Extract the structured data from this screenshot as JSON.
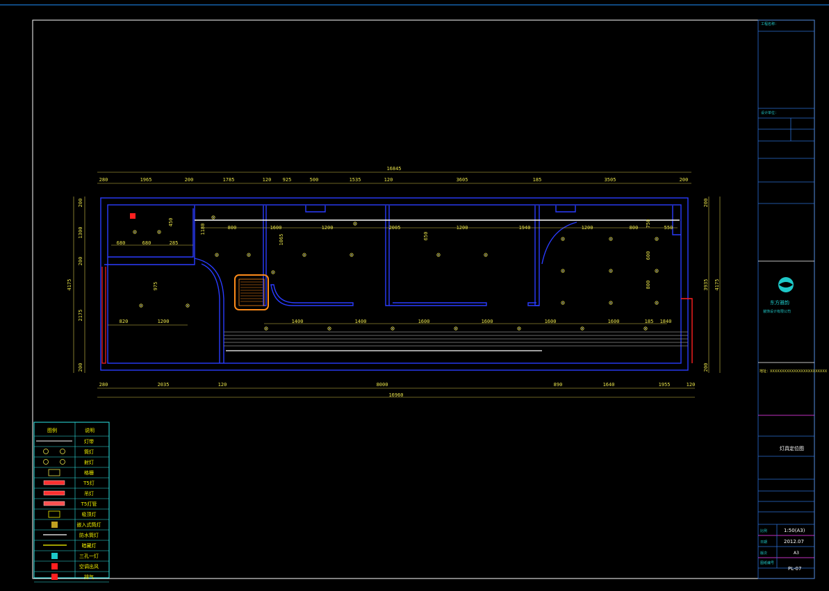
{
  "drawing": {
    "top_dims": [
      "280",
      "1965",
      "200",
      "1785",
      "120",
      "925",
      "500",
      "1535",
      "120",
      "3605",
      "185",
      "3505",
      "200"
    ],
    "top_total": "16845",
    "bottom_dims": [
      "280",
      "2035",
      "120",
      "8000",
      "890",
      "1640",
      "1955",
      "120"
    ],
    "bottom_total": "16960",
    "left_dims": [
      "200",
      "1300",
      "200",
      "2175",
      "200"
    ],
    "left_total": "4175",
    "right_dims": [
      "200",
      "3935",
      "200"
    ],
    "right_total": "4175",
    "inner_dims": [
      "680",
      "680",
      "285",
      "800",
      "1600",
      "1200",
      "2005",
      "1200",
      "1940",
      "1200",
      "800",
      "550"
    ],
    "lower_dims": [
      "820",
      "1200",
      "1400",
      "1400",
      "1600",
      "1600",
      "1600",
      "1600",
      "185",
      "1840"
    ],
    "vert_inner": [
      "450",
      "1180",
      "1065",
      "650",
      "975",
      "750",
      "600",
      "800"
    ]
  },
  "legend": {
    "header_symbol": "图例",
    "header_desc": "说明",
    "rows": [
      "灯带",
      "筒灯",
      "射灯",
      "格栅",
      "T5灯",
      "吊灯",
      "T5灯管",
      "吸顶灯",
      "嵌入式筒灯",
      "防水筒灯",
      "暗藏灯",
      "三孔一灯",
      "空调出风",
      "排气"
    ]
  },
  "titleblock": {
    "project": "工程名称：",
    "design_unit_label": "设计单位：",
    "company": "东方雅韵",
    "company_sub": "装饰设计有限公司",
    "address": "地址：XXXXXXXXXXXXXXXXXXXXXXXX",
    "drawing_title": "灯具定位图",
    "scale_label": "比例",
    "scale": "1:50(A3)",
    "date_label": "日期",
    "date": "2012.07",
    "version_label": "版次",
    "version": "A3",
    "sheet_label": "图纸编号",
    "sheet_no": "PL-07"
  }
}
